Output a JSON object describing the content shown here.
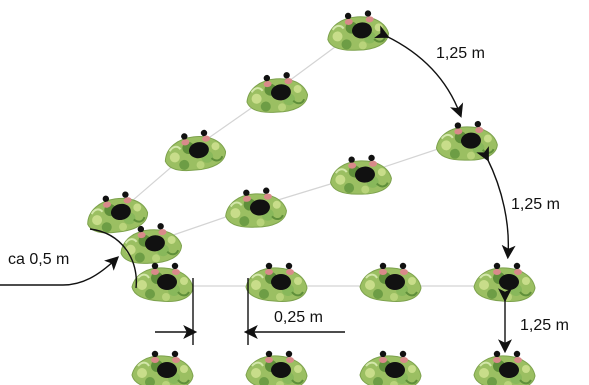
{
  "labels": {
    "spacing_top_arc": "1,25 m",
    "spacing_right_arc": "1,25 m",
    "spacing_vertical": "1,25 m",
    "spacing_horizontal": "0,25 m",
    "pivot_radius": "ca 0,5 m"
  },
  "colors": {
    "camouflage_base": "#9bbf62",
    "camouflage_dark": "#5f8f3a",
    "camouflage_light": "#c8dd8a",
    "skin": "#d98a8a",
    "helmet": "#111111",
    "formation_line": "#d4d4d4",
    "dimension_line": "#111111"
  },
  "icons": {
    "soldier": "prone-soldier-icon",
    "arrow": "double-arrow-icon"
  }
}
